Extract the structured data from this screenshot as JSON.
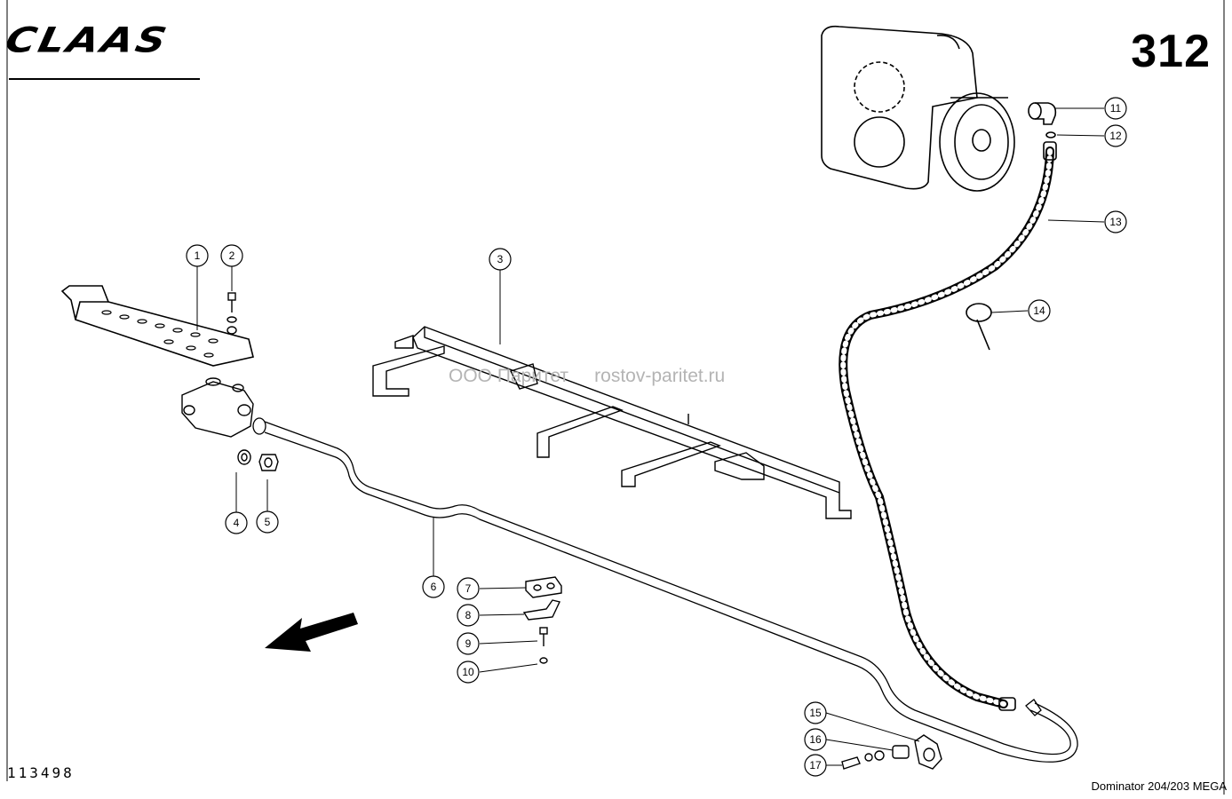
{
  "header": {
    "logo_text": "CLAAS",
    "page_number": "312"
  },
  "footer": {
    "drawing_number": "113498",
    "model": "Dominator 204/203 MEGA"
  },
  "watermark": "ООО Паритет     rostov-paritet.ru",
  "callouts": {
    "c1": "1",
    "c2": "2",
    "c3": "3",
    "c4": "4",
    "c5": "5",
    "c6": "6",
    "c7": "7",
    "c8": "8",
    "c9": "9",
    "c10": "10",
    "c11": "11",
    "c12": "12",
    "c13": "13",
    "c14": "14",
    "c15": "15",
    "c16": "16",
    "c17": "17"
  }
}
